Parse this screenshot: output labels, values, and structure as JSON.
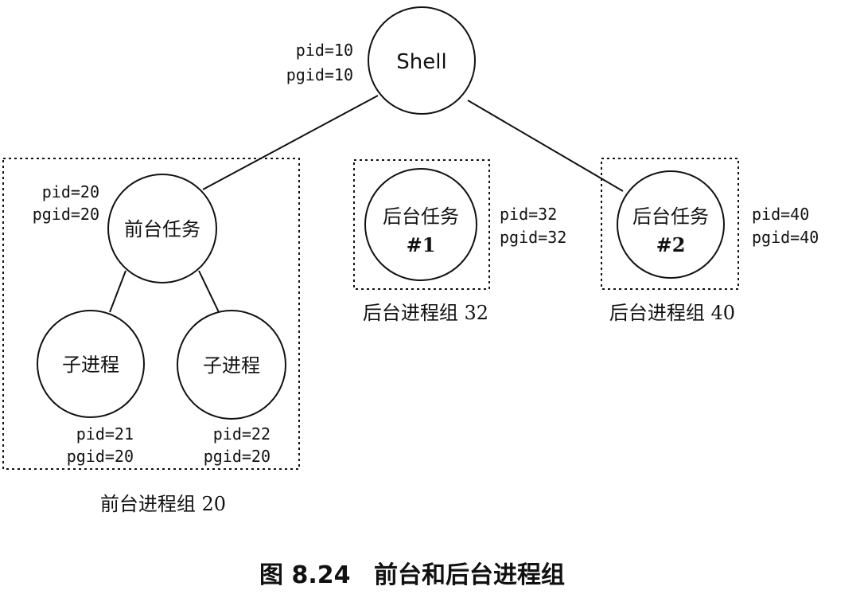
{
  "shell": {
    "label": "Shell",
    "pid": "pid=10",
    "pgid": "pgid=10"
  },
  "foreground_group": {
    "label": "前台进程组 20",
    "leader": {
      "label": "前台任务",
      "pid": "pid=20",
      "pgid": "pgid=20"
    },
    "children": [
      {
        "label": "子进程",
        "pid": "pid=21",
        "pgid": "pgid=20"
      },
      {
        "label": "子进程",
        "pid": "pid=22",
        "pgid": "pgid=20"
      }
    ]
  },
  "background_groups": [
    {
      "label": "后台进程组 32",
      "task_line1": "后台任务",
      "task_line2": "#1",
      "pid": "pid=32",
      "pgid": "pgid=32"
    },
    {
      "label": "后台进程组 40",
      "task_line1": "后台任务",
      "task_line2": "#2",
      "pid": "pid=40",
      "pgid": "pgid=40"
    }
  ],
  "caption": {
    "number": "图 8.24",
    "title": "前台和后台进程组"
  }
}
